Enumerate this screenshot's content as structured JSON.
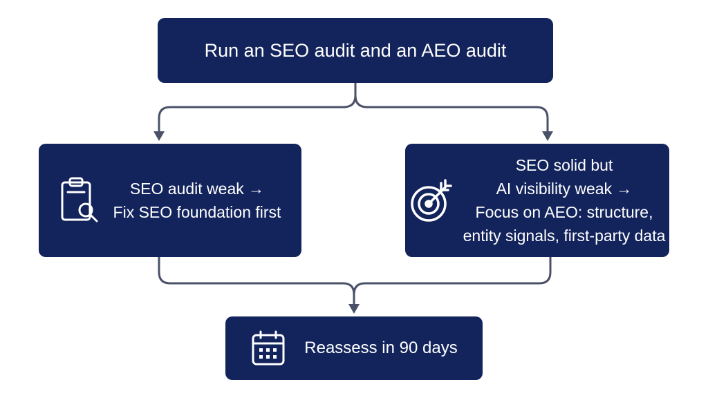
{
  "top": {
    "text": "Run an SEO audit and an AEO audit"
  },
  "left": {
    "icon": "clipboard-search-icon",
    "lines": [
      "SEO audit weak →",
      "Fix SEO foundation first"
    ]
  },
  "right": {
    "icon": "target-arrow-icon",
    "lines": [
      "SEO solid but",
      "AI visibility weak →",
      "Focus on AEO: structure,",
      "entity signals, first-party data"
    ]
  },
  "bottom": {
    "icon": "calendar-icon",
    "text": "Reassess in 90 days"
  },
  "colors": {
    "box": "#13245c",
    "text": "#ffffff",
    "connector": "#4a5068",
    "background": "#ffffff"
  }
}
